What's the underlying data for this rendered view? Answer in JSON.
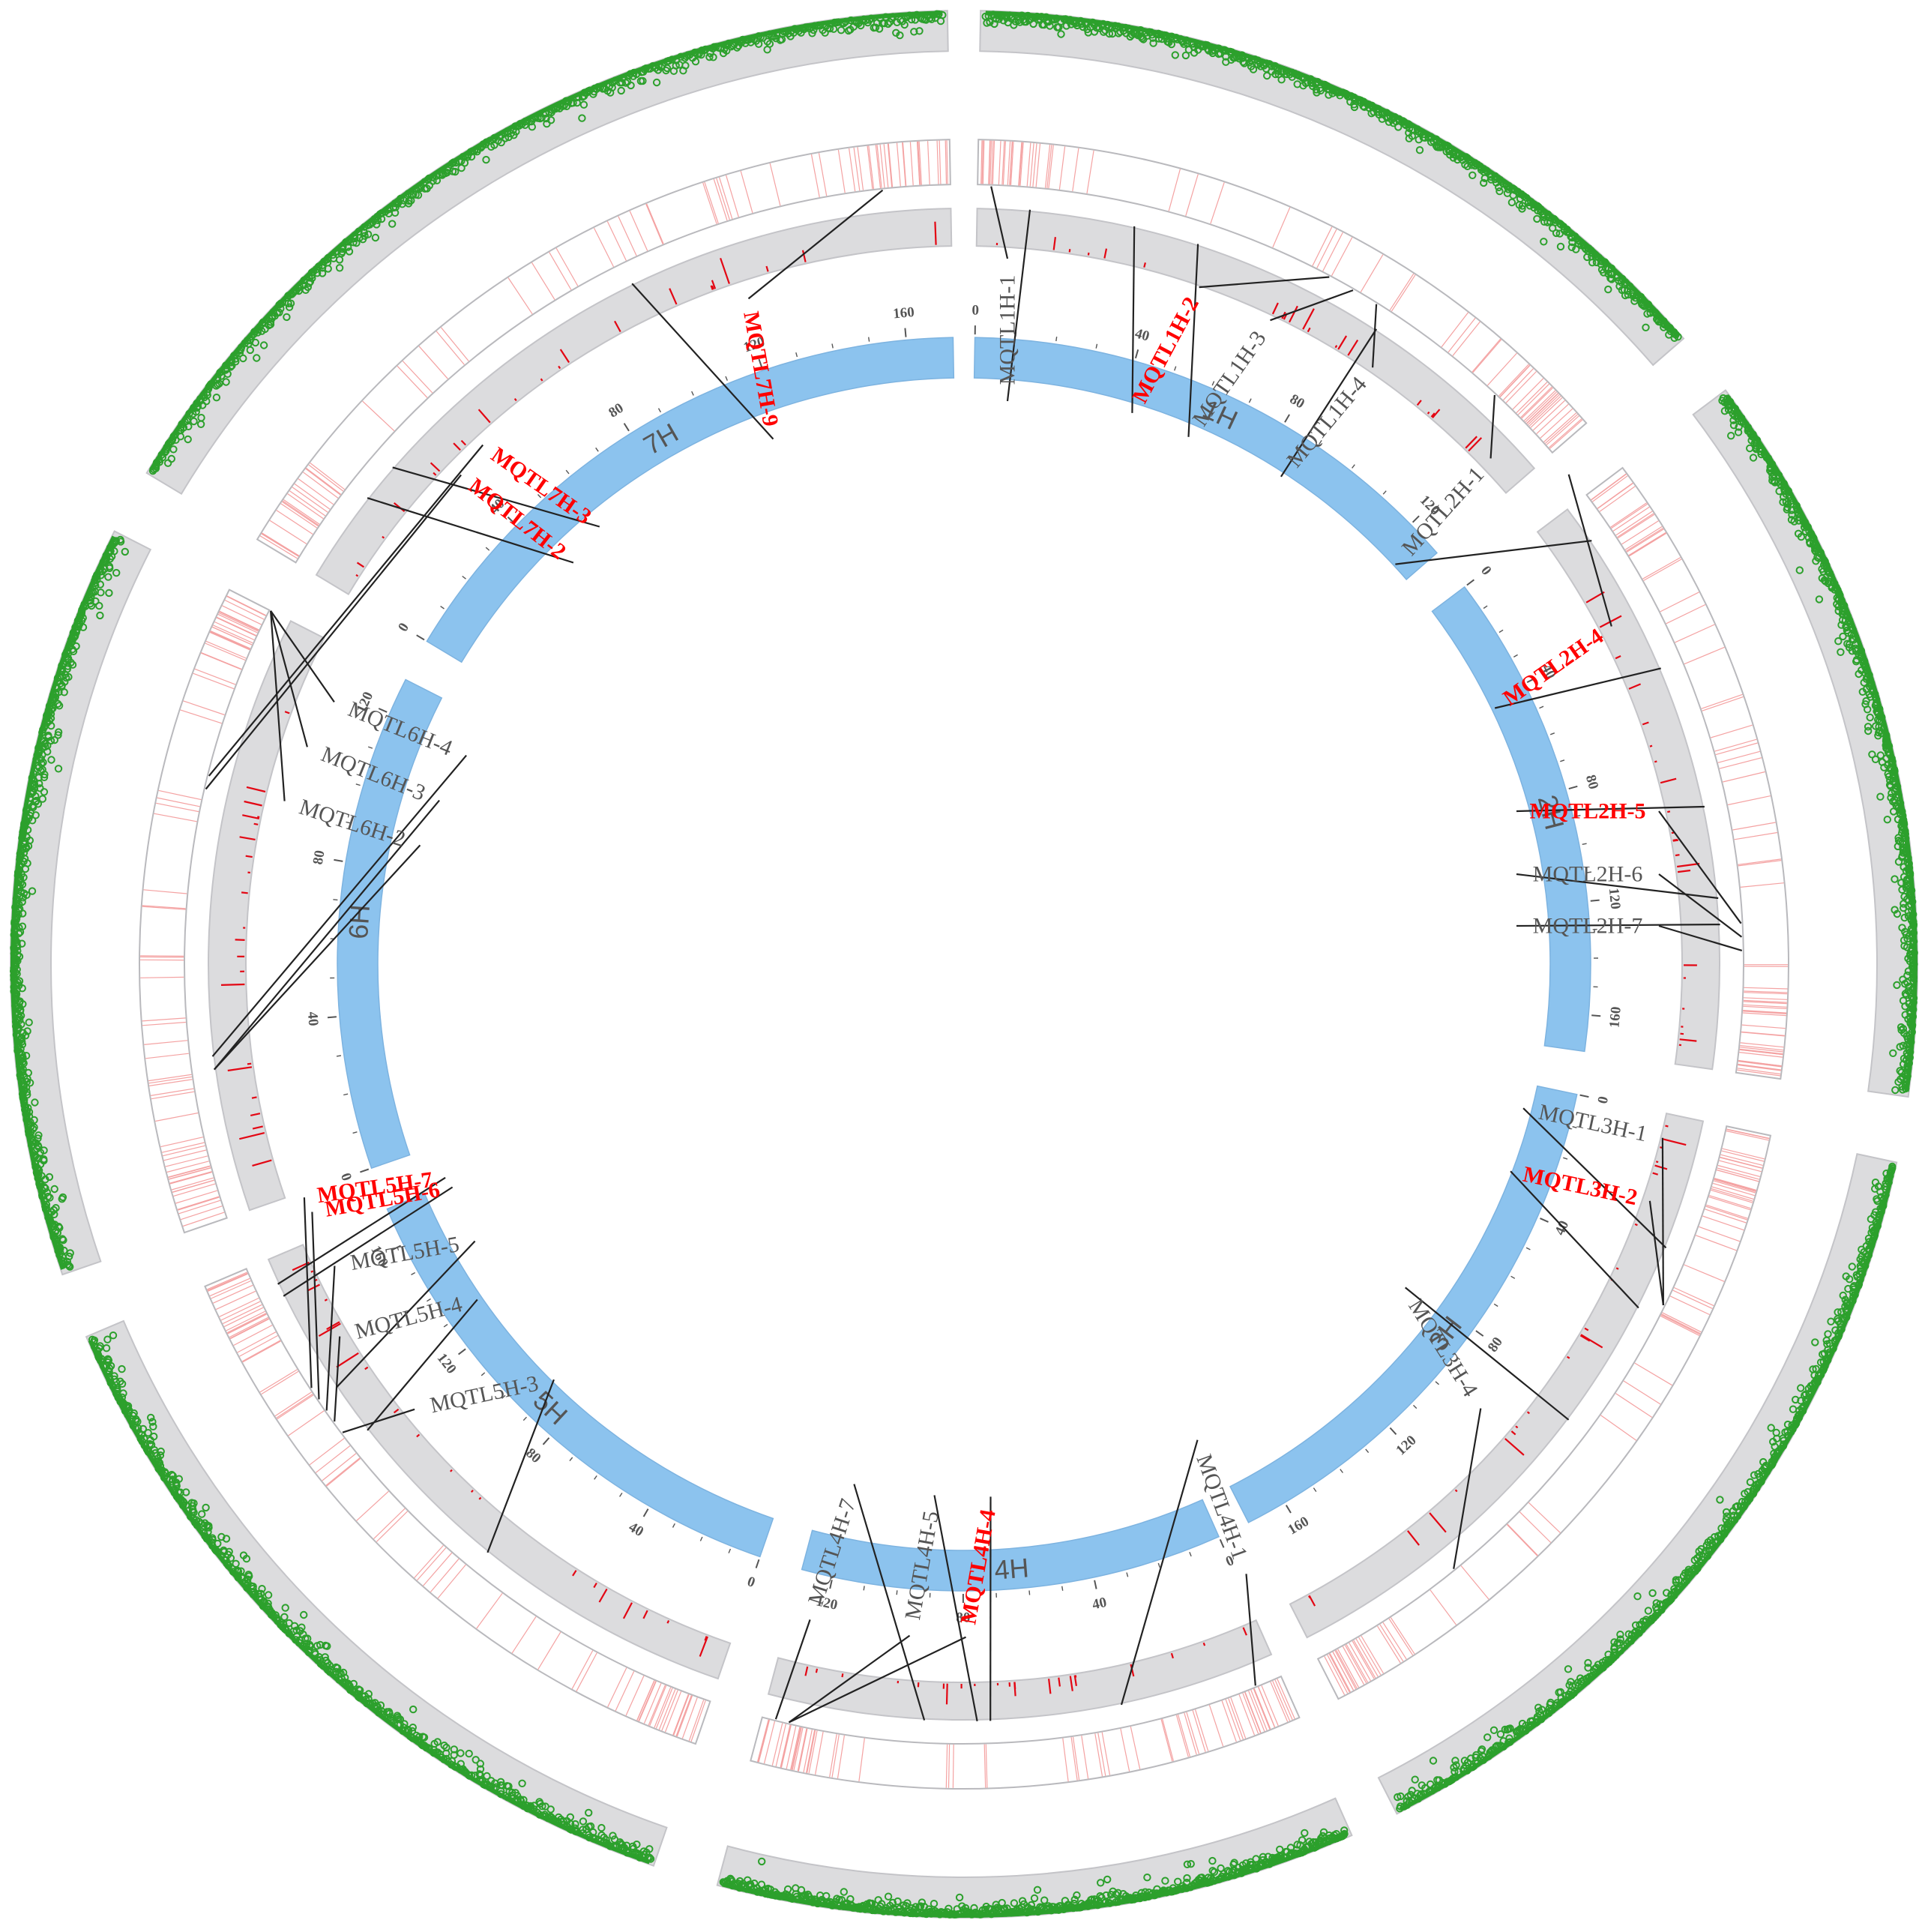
{
  "colors": {
    "ideogram": "#8CC3EE",
    "ideogram_stroke": "#7db3e0",
    "track_bg": "#DCDCDE",
    "track_stroke": "#c4c4c8",
    "heat_line": "#F4A2A2",
    "histogram": "#E30613",
    "scatter": "#2CA02C",
    "label_red": "#FF0000",
    "label_gray": "#555555",
    "connector": "#222222"
  },
  "chromosomes": [
    {
      "name": "1H",
      "ticks": [
        "0",
        "40",
        "80",
        "120"
      ],
      "max_tick": 120
    },
    {
      "name": "2H",
      "ticks": [
        "0",
        "40",
        "80",
        "120",
        "160"
      ],
      "max_tick": 160
    },
    {
      "name": "3H",
      "ticks": [
        "0",
        "40",
        "80",
        "120",
        "160"
      ],
      "max_tick": 160
    },
    {
      "name": "4H",
      "ticks": [
        "0",
        "40",
        "80",
        "120"
      ],
      "max_tick": 120
    },
    {
      "name": "5H",
      "ticks": [
        "0",
        "40",
        "80",
        "120",
        "160"
      ],
      "max_tick": 160
    },
    {
      "name": "6H",
      "ticks": [
        "0",
        "40",
        "80",
        "120"
      ],
      "max_tick": 120
    },
    {
      "name": "7H",
      "ticks": [
        "0",
        "40",
        "80",
        "120",
        "160"
      ],
      "max_tick": 160
    }
  ],
  "mqtls": [
    {
      "label": "MQTL1H-1",
      "highlight": false
    },
    {
      "label": "MQTL1H-2",
      "highlight": true
    },
    {
      "label": "MQTL1H-3",
      "highlight": false
    },
    {
      "label": "MQTL1H-4",
      "highlight": false
    },
    {
      "label": "MQTL2H-1",
      "highlight": false
    },
    {
      "label": "MQTL2H-4",
      "highlight": true
    },
    {
      "label": "MQTL2H-5",
      "highlight": true
    },
    {
      "label": "MQTL2H-6",
      "highlight": false
    },
    {
      "label": "MQTL2H-7",
      "highlight": false
    },
    {
      "label": "MQTL3H-1",
      "highlight": false
    },
    {
      "label": "MQTL3H-2",
      "highlight": true
    },
    {
      "label": "MQTL3H-4",
      "highlight": false
    },
    {
      "label": "MQTL4H-1",
      "highlight": false
    },
    {
      "label": "MQTL4H-4",
      "highlight": true
    },
    {
      "label": "MQTL4H-5",
      "highlight": false
    },
    {
      "label": "MQTL4H-7",
      "highlight": false
    },
    {
      "label": "MQTL5H-3",
      "highlight": false
    },
    {
      "label": "MQTL5H-4",
      "highlight": false
    },
    {
      "label": "MQTL5H-5",
      "highlight": false
    },
    {
      "label": "MQTL5H-6",
      "highlight": true
    },
    {
      "label": "MQTL5H-7",
      "highlight": true
    },
    {
      "label": "MQTL6H-2",
      "highlight": false
    },
    {
      "label": "MQTL6H-3",
      "highlight": false
    },
    {
      "label": "MQTL6H-4",
      "highlight": false
    },
    {
      "label": "MQTL7H-2",
      "highlight": true
    },
    {
      "label": "MQTL7H-3",
      "highlight": true
    },
    {
      "label": "MQTL7H-9",
      "highlight": true
    }
  ]
}
